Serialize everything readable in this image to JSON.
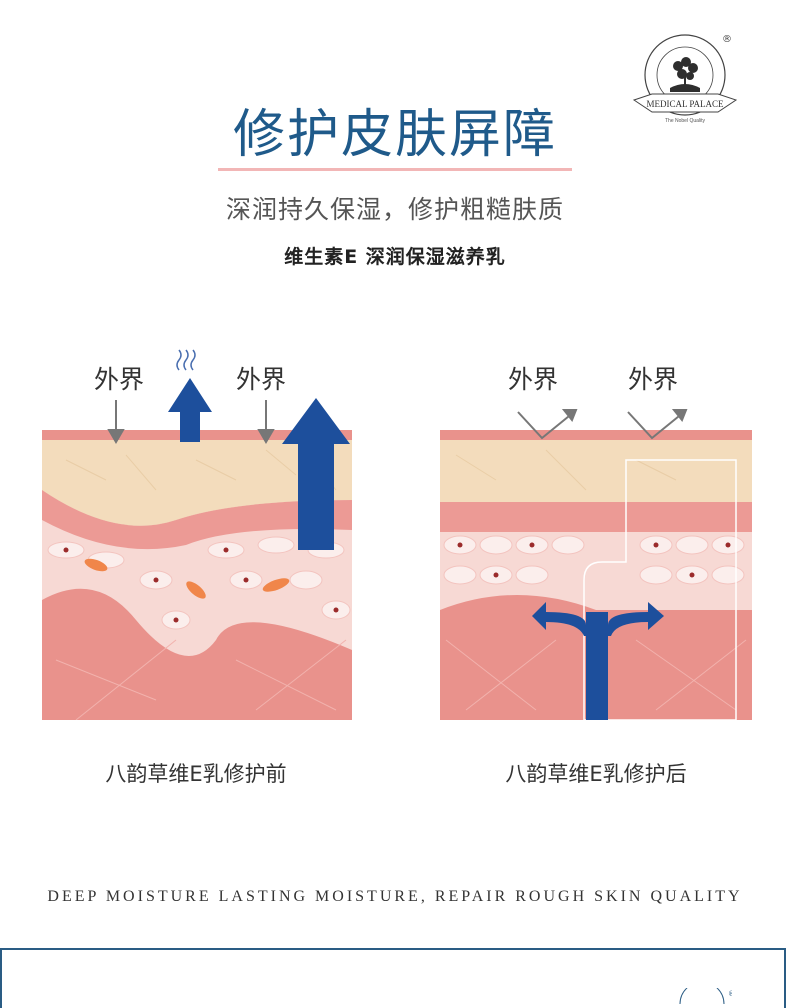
{
  "header": {
    "title": "修护皮肤屏障",
    "subtitle": "深润持久保湿，修护粗糙肤质",
    "product_name": "维生素E 深润保湿滋养乳"
  },
  "brand": {
    "logo_text": "MEDICAL PALACE",
    "logo_tagline": "The Nobel Quality",
    "registered_mark": "®"
  },
  "diagrams": {
    "before": {
      "label_1": "外界",
      "label_2": "外界",
      "caption": "八韵草维E乳修护前"
    },
    "after": {
      "label_1": "外界",
      "label_2": "外界",
      "caption": "八韵草维E乳修护后"
    }
  },
  "footer": {
    "english_text": "DEEP MOISTURE LASTING MOISTURE,  REPAIR ROUGH SKIN QUALITY"
  },
  "colors": {
    "title_blue": "#1f5a8a",
    "arrow_blue": "#1d4f9c",
    "skin_top": "#f3dcbc",
    "skin_pink": "#ec9a95",
    "skin_dermis": "#e9928c",
    "title_underline": "#f2b6b6"
  }
}
